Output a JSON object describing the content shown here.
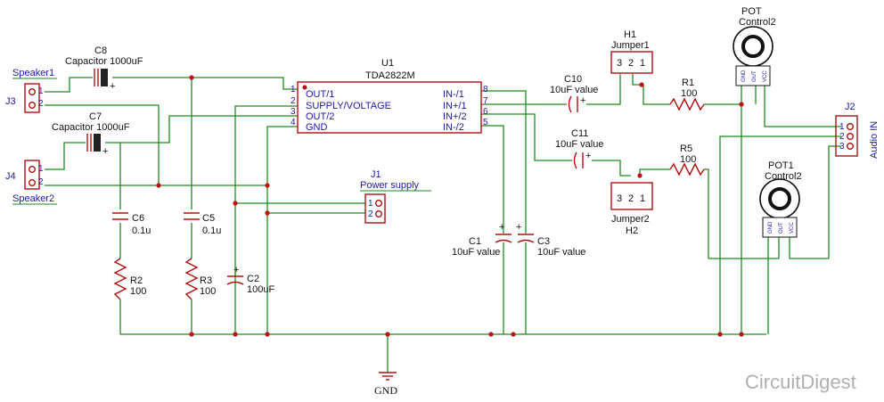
{
  "chip": {
    "ref": "U1",
    "name": "TDA2822M",
    "left_pins": [
      {
        "num": "1",
        "label": "OUT/1"
      },
      {
        "num": "2",
        "label": "SUPPLY/VOLTAGE"
      },
      {
        "num": "3",
        "label": "OUT/2"
      },
      {
        "num": "4",
        "label": "GND"
      }
    ],
    "right_pins": [
      {
        "num": "8",
        "label": "IN-/1"
      },
      {
        "num": "7",
        "label": "IN+/1"
      },
      {
        "num": "6",
        "label": "IN+/2"
      },
      {
        "num": "5",
        "label": "IN-/2"
      }
    ]
  },
  "connectors": {
    "j3": {
      "ref": "J3",
      "name": "Speaker1",
      "pin1": "1",
      "pin2": "2"
    },
    "j4": {
      "ref": "J4",
      "name": "Speaker2",
      "pin1": "1",
      "pin2": "2"
    },
    "j1": {
      "ref": "J1",
      "name": "Power supply",
      "pin1": "1",
      "pin2": "2"
    },
    "j2": {
      "ref": "J2",
      "name": "Audio IN",
      "pin1": "1",
      "pin2": "2",
      "pin3": "3"
    }
  },
  "jumpers": {
    "h1": {
      "ref": "H1",
      "name": "Jumper1",
      "p3": "3",
      "p2": "2",
      "p1": "1"
    },
    "h2": {
      "ref": "H2",
      "name": "Jumper2",
      "p3": "3",
      "p2": "2",
      "p1": "1"
    }
  },
  "pots": {
    "pot": {
      "ref": "POT",
      "name": "Control2",
      "pin_a": "GND",
      "pin_b": "OUT",
      "pin_c": "VCC"
    },
    "pot1": {
      "ref": "POT1",
      "name": "Control2",
      "pin_a": "GND",
      "pin_b": "OUT",
      "pin_c": "VCC"
    }
  },
  "capacitors": {
    "c8": {
      "ref": "C8",
      "value": "Capacitor 1000uF",
      "polarity": "+"
    },
    "c7": {
      "ref": "C7",
      "value": "Capacitor 1000uF",
      "polarity": "+"
    },
    "c6": {
      "ref": "C6",
      "value": "0.1u"
    },
    "c5": {
      "ref": "C5",
      "value": "0.1u"
    },
    "c2": {
      "ref": "C2",
      "value": "100uF",
      "polarity": "+"
    },
    "c1": {
      "ref": "C1",
      "value": "10uF value",
      "polarity": "+"
    },
    "c3": {
      "ref": "C3",
      "value": "10uF value",
      "polarity": "+"
    },
    "c10": {
      "ref": "C10",
      "value": "10uF value",
      "polarity": "+"
    },
    "c11": {
      "ref": "C11",
      "value": "10uF value",
      "polarity": "+"
    }
  },
  "resistors": {
    "r1": {
      "ref": "R1",
      "value": "100"
    },
    "r5": {
      "ref": "R5",
      "value": "100"
    },
    "r2": {
      "ref": "R2",
      "value": "100"
    },
    "r3": {
      "ref": "R3",
      "value": "100"
    }
  },
  "ground_label": "GND",
  "logo": "CircuitDigest",
  "colors": {
    "wire": "#1f8a1f",
    "component": "#b01010",
    "label": "#1a1aa0",
    "junction": "#c01010"
  }
}
